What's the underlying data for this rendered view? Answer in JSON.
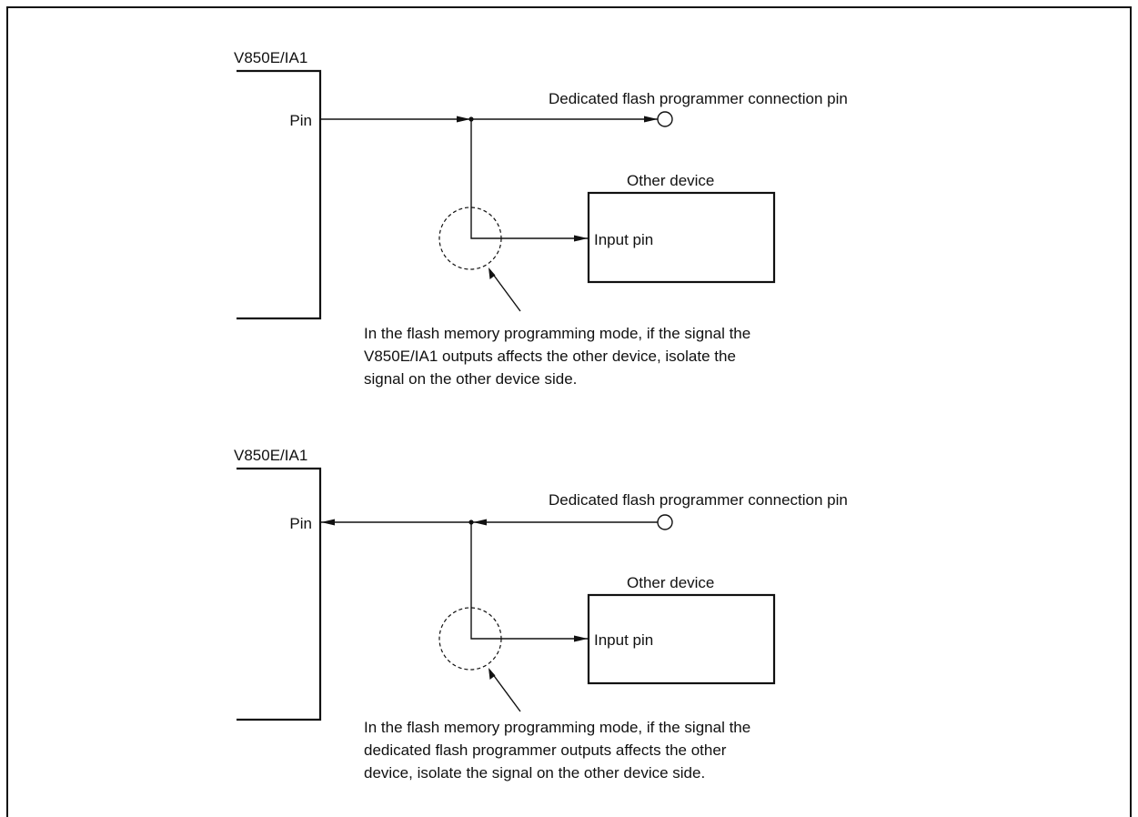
{
  "diagrams": [
    {
      "chip_label": "V850E/IA1",
      "pin_label": "Pin",
      "connector_label": "Dedicated flash programmer connection pin",
      "device_label": "Other device",
      "input_label": "Input pin",
      "note_lines": [
        "In the flash memory programming mode, if the signal the",
        "V850E/IA1 outputs affects the other device, isolate the",
        "signal on the other device side."
      ]
    },
    {
      "chip_label": "V850E/IA1",
      "pin_label": "Pin",
      "connector_label": "Dedicated flash programmer connection pin",
      "device_label": "Other device",
      "input_label": "Input pin",
      "note_lines": [
        "In the flash memory programming mode, if the signal the",
        "dedicated flash programmer outputs affects the other",
        "device, isolate the signal on the other device side."
      ]
    }
  ]
}
